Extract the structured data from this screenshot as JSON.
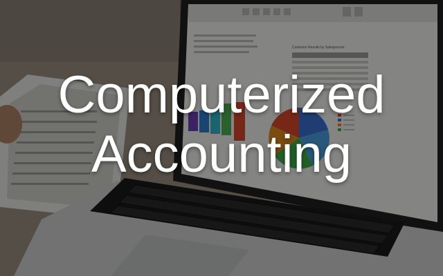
{
  "headline": {
    "line1": "Computerized",
    "line2": "Accounting"
  },
  "screen": {
    "chart_title": "Customer Results by Salesperson"
  },
  "colors": {
    "overlay": "#000000",
    "text": "#ffffff",
    "bar_purple": "#6a3fb5",
    "bar_blue": "#2f7fd6",
    "bar_cyan": "#2fb7c9",
    "bar_green": "#4caf50",
    "bar_red": "#d9472b",
    "pie_red": "#d9472b",
    "pie_blue": "#3b6fd1",
    "pie_green": "#3fae4a",
    "pie_orange": "#e08a1e"
  }
}
